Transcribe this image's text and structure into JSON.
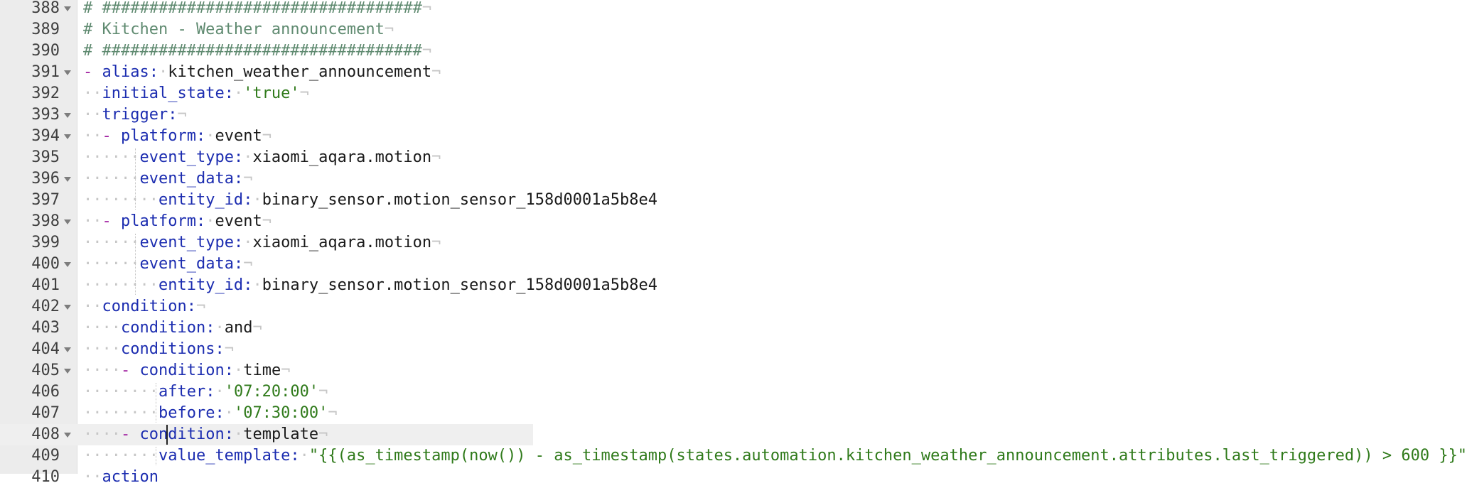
{
  "editor": {
    "colors": {
      "key": "#1c2db0",
      "string": "#2f7a1a",
      "comment": "#5f8a70",
      "dash": "#a020a0",
      "gutter": "#ececec",
      "current_line": "#efefef"
    },
    "current_line": "408",
    "lines": [
      {
        "num": "388",
        "fold": true,
        "indent": 0,
        "text": "# ##################################",
        "type": "comment"
      },
      {
        "num": "389",
        "fold": false,
        "indent": 0,
        "text": "# Kitchen - Weather announcement",
        "type": "comment"
      },
      {
        "num": "390",
        "fold": false,
        "indent": 0,
        "text": "# ##################################",
        "type": "comment"
      },
      {
        "num": "391",
        "fold": true,
        "indent": 0,
        "dash": true,
        "key": "alias",
        "value": "kitchen_weather_announcement"
      },
      {
        "num": "392",
        "fold": false,
        "indent": 1,
        "key": "initial_state",
        "value": "'true'",
        "vtype": "string"
      },
      {
        "num": "393",
        "fold": true,
        "indent": 1,
        "key": "trigger",
        "value": ""
      },
      {
        "num": "394",
        "fold": true,
        "indent": 2,
        "dash": true,
        "key": "platform",
        "value": "event"
      },
      {
        "num": "395",
        "fold": false,
        "indent": 3,
        "key": "event_type",
        "value": "xiaomi_aqara.motion"
      },
      {
        "num": "396",
        "fold": true,
        "indent": 3,
        "key": "event_data",
        "value": ""
      },
      {
        "num": "397",
        "fold": false,
        "indent": 4,
        "key": "entity_id",
        "value": "binary_sensor.motion_sensor_158d0001a5b8e4",
        "noeol": true
      },
      {
        "num": "398",
        "fold": true,
        "indent": 2,
        "dash": true,
        "key": "platform",
        "value": "event"
      },
      {
        "num": "399",
        "fold": false,
        "indent": 3,
        "key": "event_type",
        "value": "xiaomi_aqara.motion"
      },
      {
        "num": "400",
        "fold": true,
        "indent": 3,
        "key": "event_data",
        "value": ""
      },
      {
        "num": "401",
        "fold": false,
        "indent": 4,
        "key": "entity_id",
        "value": "binary_sensor.motion_sensor_158d0001a5b8e4",
        "noeol": true
      },
      {
        "num": "402",
        "fold": true,
        "indent": 1,
        "key": "condition",
        "value": ""
      },
      {
        "num": "403",
        "fold": false,
        "indent": 2,
        "key": "condition",
        "value": "and"
      },
      {
        "num": "404",
        "fold": true,
        "indent": 2,
        "key": "conditions",
        "value": ""
      },
      {
        "num": "405",
        "fold": true,
        "indent": 3,
        "dash": true,
        "key": "condition",
        "value": "time"
      },
      {
        "num": "406",
        "fold": false,
        "indent": 4,
        "key": "after",
        "value": "'07:20:00'",
        "vtype": "string"
      },
      {
        "num": "407",
        "fold": false,
        "indent": 4,
        "key": "before",
        "value": "'07:30:00'",
        "vtype": "string"
      },
      {
        "num": "408",
        "fold": true,
        "indent": 3,
        "dash": true,
        "key": "condition",
        "value": "template",
        "current": true
      },
      {
        "num": "409",
        "fold": false,
        "indent": 4,
        "key": "value_template",
        "value": "\"{{(as_timestamp(now()) - as_timestamp(states.automation.kitchen_weather_announcement.attributes.last_triggered)) > 600 }}\"",
        "vtype": "string",
        "noeol": true
      },
      {
        "num": "410",
        "fold": false,
        "indent": 1,
        "key": "action",
        "value": "",
        "partial": true
      }
    ]
  }
}
